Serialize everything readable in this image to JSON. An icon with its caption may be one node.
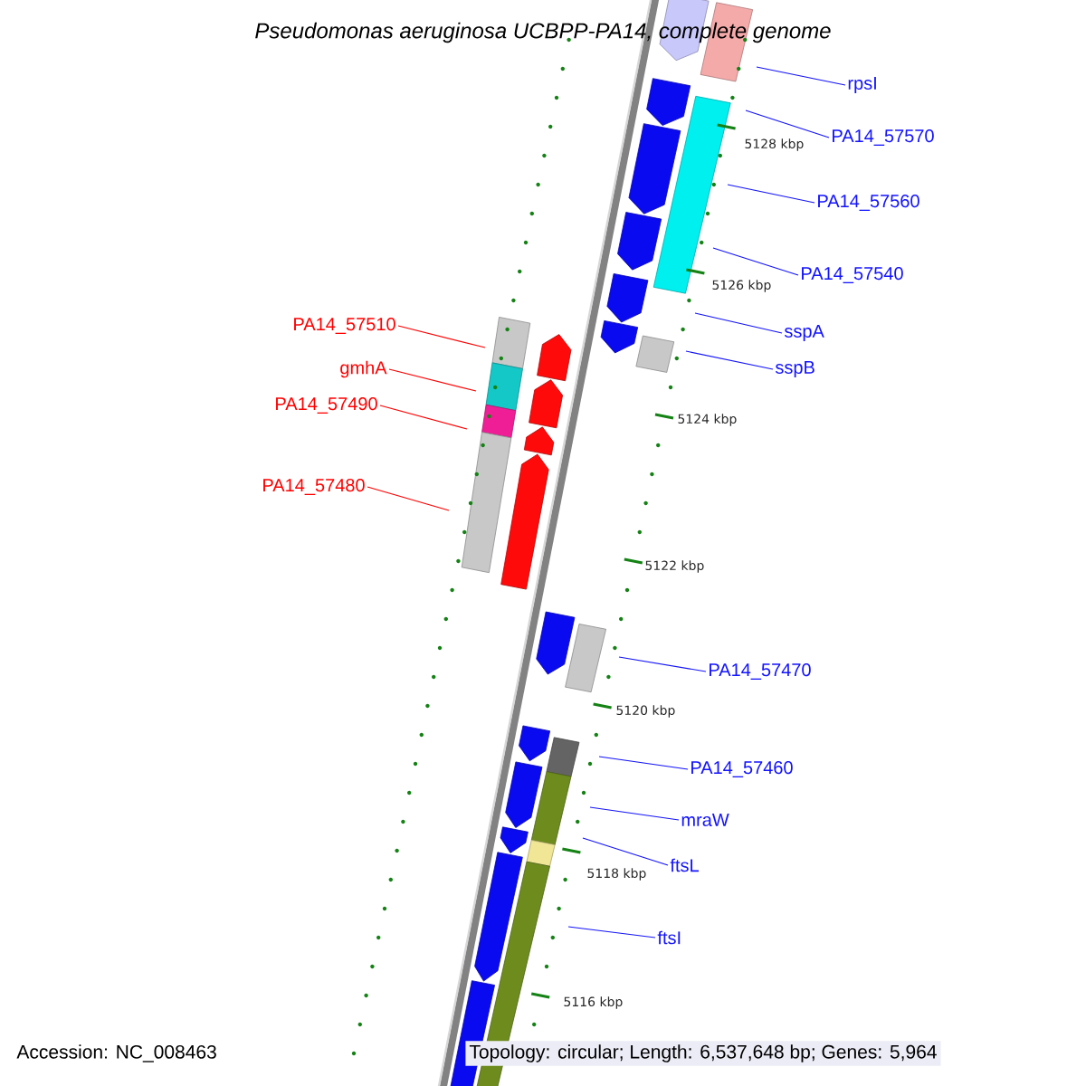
{
  "diagram": {
    "title": "Pseudomonas aeruginosa UCBPP-PA14, complete genome",
    "nodes": [
      {
        "text": [
          "rpsI"
        ]
      },
      {
        "text": [
          "PA14_57570"
        ]
      },
      {
        "text": [
          "PA14_57560"
        ]
      },
      {
        "text": [
          "PA14_57540"
        ]
      },
      {
        "text": [
          "sspA"
        ]
      },
      {
        "text": [
          "sspB"
        ]
      },
      {
        "text": [
          "PA14_57510"
        ]
      },
      {
        "text": [
          "gmhA"
        ]
      },
      {
        "text": [
          "PA14_57490"
        ]
      },
      {
        "text": [
          "PA14_57480"
        ]
      },
      {
        "text": [
          "PA14_57470"
        ]
      },
      {
        "text": [
          "PA14_57460"
        ]
      },
      {
        "text": [
          "mraW"
        ]
      },
      {
        "text": [
          "ftsL"
        ]
      },
      {
        "text": [
          "ftsI"
        ]
      }
    ],
    "edges": [
      {
        "from": 0,
        "to": null,
        "arrow": "none"
      },
      {
        "from": 1,
        "to": null,
        "arrow": "none"
      },
      {
        "from": 2,
        "to": null,
        "arrow": "none"
      },
      {
        "from": 3,
        "to": null,
        "arrow": "none"
      },
      {
        "from": 4,
        "to": null,
        "arrow": "none"
      },
      {
        "from": 5,
        "to": null,
        "arrow": "none"
      },
      {
        "from": 6,
        "to": null,
        "arrow": "none",
        "color": "#ff0000"
      },
      {
        "from": 7,
        "to": null,
        "arrow": "none",
        "color": "#ff0000"
      },
      {
        "from": 8,
        "to": null,
        "arrow": "none",
        "color": "#ff0000"
      },
      {
        "from": 9,
        "to": null,
        "arrow": "none",
        "color": "#ff0000"
      },
      {
        "from": 10,
        "to": null,
        "arrow": "none"
      },
      {
        "from": 11,
        "to": null,
        "arrow": "none"
      },
      {
        "from": 12,
        "to": null,
        "arrow": "none"
      },
      {
        "from": 13,
        "to": null,
        "arrow": "none"
      },
      {
        "from": 14,
        "to": null,
        "arrow": "none"
      }
    ],
    "labels": [
      "5128 kbp",
      "5126 kbp",
      "5124 kbp",
      "5122 kbp",
      "5120 kbp",
      "5118 kbp",
      "5116 kbp",
      "Accession: NC_008463",
      "Topology: circular; Length: 6,537,648 bp; Genes: 5,964"
    ]
  }
}
